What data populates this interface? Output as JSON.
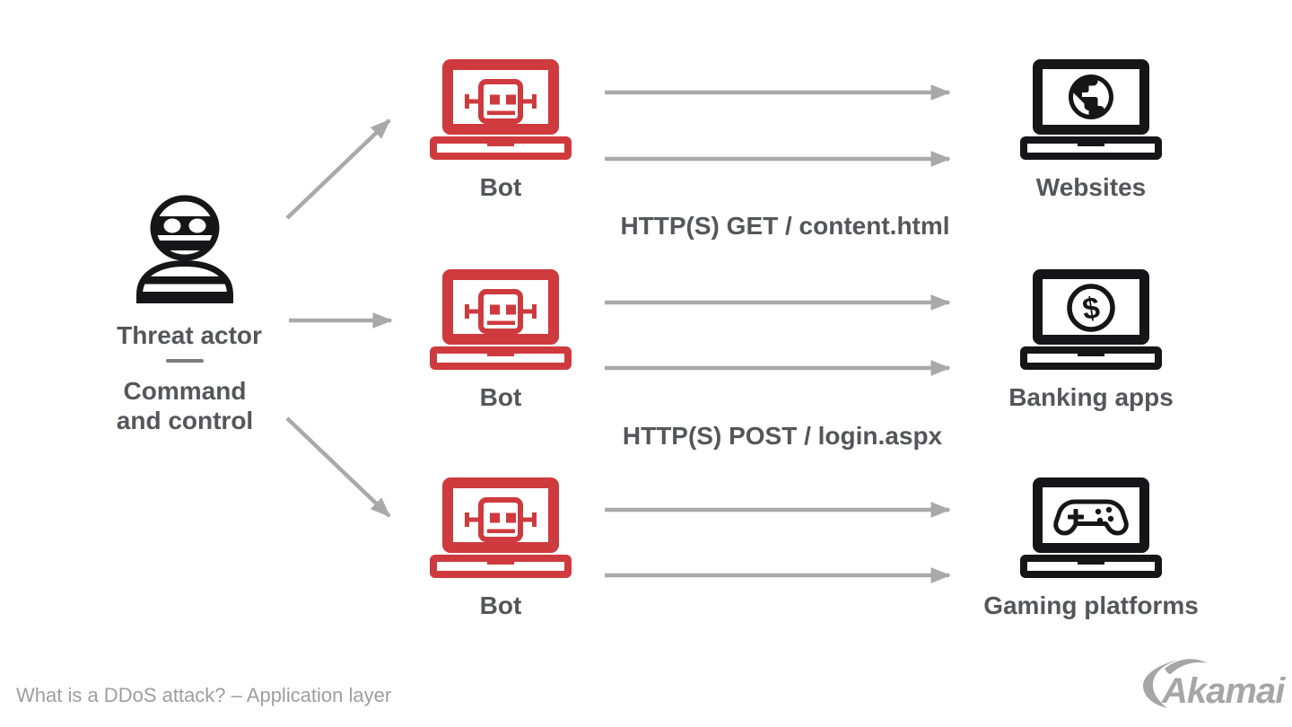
{
  "slide": {
    "footer_caption": "What is a DDoS attack? – Application layer"
  },
  "colors": {
    "bot_red": "#cf3a3e",
    "target_black": "#161619",
    "label_gray": "#55565a",
    "arrow_gray": "#a9a9a9",
    "divider_gray": "#7d7d7d",
    "footer_gray": "#9e9e9e",
    "logo_gray": "#a6a6a6"
  },
  "threat_actor": {
    "label": "Threat actor",
    "role_line1": "Command",
    "role_line2": "and control"
  },
  "bots": [
    {
      "label": "Bot"
    },
    {
      "label": "Bot"
    },
    {
      "label": "Bot"
    }
  ],
  "requests": [
    {
      "label": "HTTP(S) GET / content.html"
    },
    {
      "label": "HTTP(S) POST / login.aspx"
    }
  ],
  "targets": [
    {
      "label": "Websites",
      "icon": "globe-icon"
    },
    {
      "label": "Banking apps",
      "icon": "dollar-icon"
    },
    {
      "label": "Gaming platforms",
      "icon": "gamepad-icon"
    }
  ],
  "logo": {
    "text": "Akamai"
  }
}
